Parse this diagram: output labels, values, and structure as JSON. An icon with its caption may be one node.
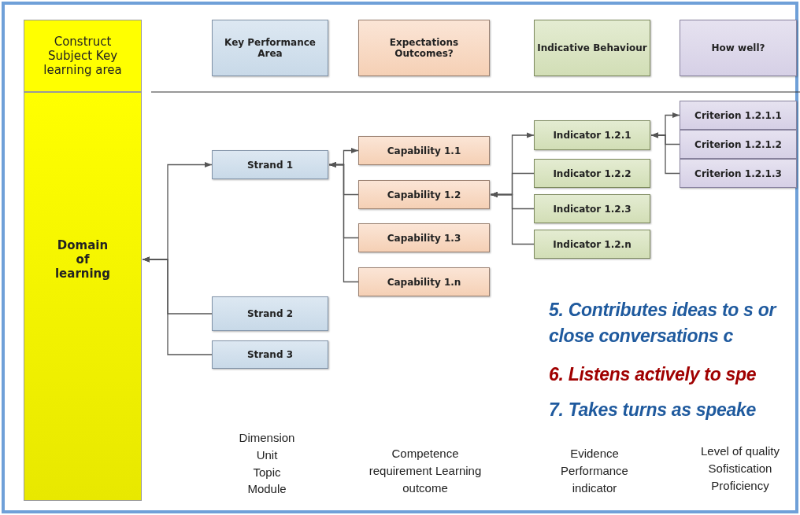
{
  "diagram": {
    "nodes": [
      {
        "text": [
          "Construct Subject Key learning area"
        ]
      },
      {
        "text": [
          "Domain of learning"
        ]
      },
      {
        "text": [
          "Key Performance Area"
        ]
      },
      {
        "text": [
          "Expectations Outcomes?"
        ]
      },
      {
        "text": [
          "Indicative Behaviour"
        ]
      },
      {
        "text": [
          "How well?"
        ]
      },
      {
        "text": [
          "Strand 1"
        ]
      },
      {
        "text": [
          "Strand 2"
        ]
      },
      {
        "text": [
          "Strand 3"
        ]
      },
      {
        "text": [
          "Capability 1.1"
        ]
      },
      {
        "text": [
          "Capability 1.2"
        ]
      },
      {
        "text": [
          "Capability 1.3"
        ]
      },
      {
        "text": [
          "Capability 1.n"
        ]
      },
      {
        "text": [
          "Indicator 1.2.1"
        ]
      },
      {
        "text": [
          "Indicator 1.2.2"
        ]
      },
      {
        "text": [
          "Indicator 1.2.3"
        ]
      },
      {
        "text": [
          "Indicator 1.2.n"
        ]
      },
      {
        "text": [
          "Criterion 1.2.1.1"
        ]
      },
      {
        "text": [
          "Criterion 1.2.1.2"
        ]
      },
      {
        "text": [
          "Criterion 1.2.1.3"
        ]
      }
    ],
    "edges": [
      {
        "from": 6,
        "to": 1,
        "arrow": "both"
      },
      {
        "from": 7,
        "to": 1,
        "arrow": "to"
      },
      {
        "from": 8,
        "to": 1,
        "arrow": "to"
      },
      {
        "from": 9,
        "to": 6,
        "arrow": "both"
      },
      {
        "from": 10,
        "to": 6,
        "arrow": "to"
      },
      {
        "from": 11,
        "to": 6,
        "arrow": "to"
      },
      {
        "from": 12,
        "to": 6,
        "arrow": "to"
      },
      {
        "from": 13,
        "to": 10,
        "arrow": "both"
      },
      {
        "from": 14,
        "to": 10,
        "arrow": "to"
      },
      {
        "from": 15,
        "to": 10,
        "arrow": "to"
      },
      {
        "from": 16,
        "to": 10,
        "arrow": "to"
      },
      {
        "from": 17,
        "to": 13,
        "arrow": "both"
      },
      {
        "from": 18,
        "to": 13,
        "arrow": "to"
      },
      {
        "from": 19,
        "to": 13,
        "arrow": "to"
      }
    ],
    "labels": [
      "5. Contributes ideas to s or close conversations c",
      "6. Listens actively to spe",
      "7. Takes turns as speake",
      "Dimension Unit Topic Module",
      "Competence requirement Learning outcome",
      "Evidence Performance indicator",
      "Level of quality Sofistication Proficiency"
    ]
  }
}
